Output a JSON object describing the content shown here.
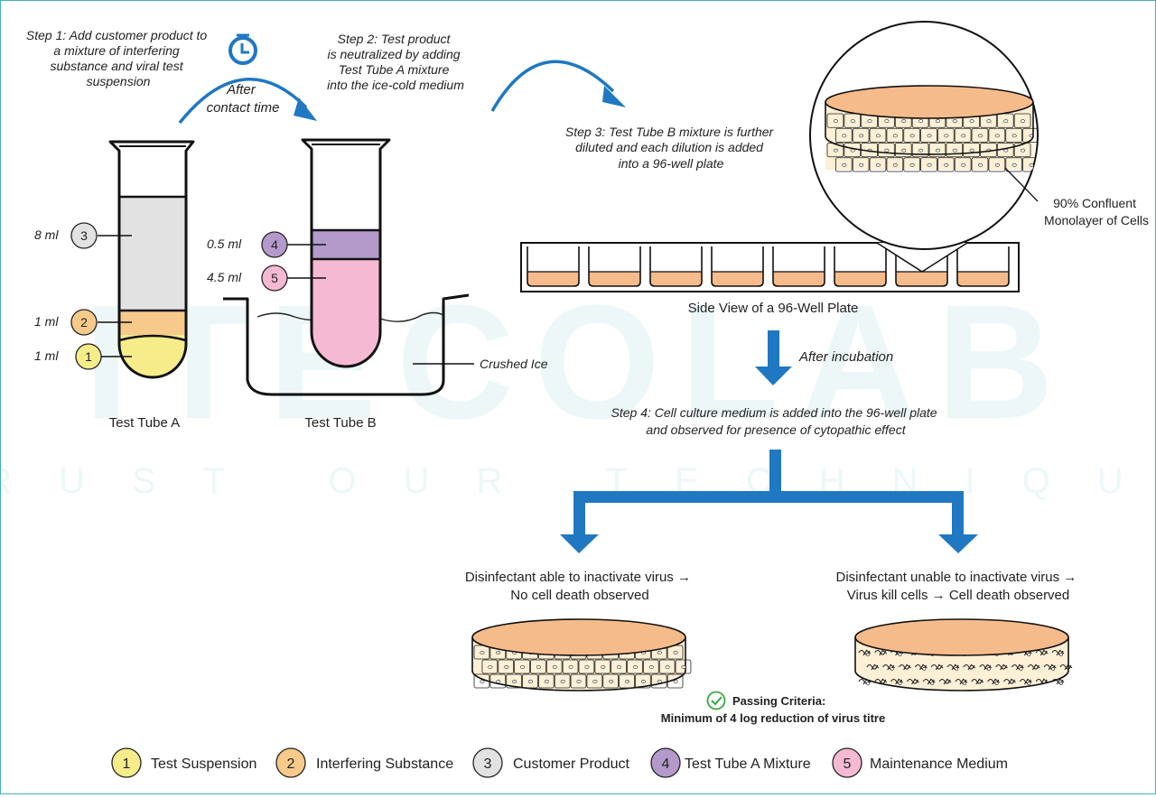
{
  "watermark": {
    "logo_text": "ITECOLAB",
    "tagline": "TRUST OUR TECHNIQUE"
  },
  "steps": {
    "step1": [
      "Step 1: Add customer product to",
      "a mixture of interfering",
      "substance and viral test",
      "suspension"
    ],
    "after_contact": [
      "After",
      "contact time"
    ],
    "step2": [
      "Step 2: Test product",
      "is neutralized by adding",
      "Test Tube A mixture",
      "into the ice-cold medium"
    ],
    "step3": [
      "Step 3: Test Tube B mixture is further",
      "diluted and each dilution is added",
      "into a 96-well plate"
    ],
    "after_incubation": "After incubation",
    "step4": [
      "Step 4: Cell culture medium is added into the 96-well plate",
      "and observed for presence of cytopathic effect"
    ]
  },
  "tube_a": {
    "label": "Test Tube A",
    "volumes": [
      {
        "marker": "3",
        "volume": "8 ml"
      },
      {
        "marker": "2",
        "volume": "1 ml"
      },
      {
        "marker": "1",
        "volume": "1 ml"
      }
    ]
  },
  "tube_b": {
    "label": "Test Tube B",
    "volumes": [
      {
        "marker": "4",
        "volume": "0.5 ml"
      },
      {
        "marker": "5",
        "volume": "4.5 ml"
      }
    ]
  },
  "ice_label": "Crushed Ice",
  "plate_label": "Side View of a 96-Well Plate",
  "monolayer_label": [
    "90% Confluent",
    "Monolayer of Cells"
  ],
  "outcomes": {
    "left": [
      "Disinfectant able to inactivate virus →",
      "No cell death observed"
    ],
    "right": [
      "Disinfectant unable to inactivate virus →",
      "Virus kill cells → Cell death observed"
    ]
  },
  "criteria": {
    "title": "Passing Criteria:",
    "text": "Minimum of 4 log reduction of virus titre"
  },
  "legend": [
    {
      "number": "1",
      "label": "Test Suspension",
      "color": "#f7ec8a"
    },
    {
      "number": "2",
      "label": "Interfering Substance",
      "color": "#f7c98a"
    },
    {
      "number": "3",
      "label": "Customer Product",
      "color": "#e2e2e2"
    },
    {
      "number": "4",
      "label": "Test Tube A Mixture",
      "color": "#b39acb"
    },
    {
      "number": "5",
      "label": "Maintenance Medium",
      "color": "#f5b9d4"
    }
  ],
  "colors": {
    "arrow_blue": "#1f78c1",
    "border_teal": "#3fb3b8",
    "suspension_yellow": "#f7ec8a",
    "interfering_orange": "#f7c98a",
    "product_grey": "#e2e2e2",
    "mixture_purple": "#b39acb",
    "medium_pink": "#f5b9d4",
    "dish_orange": "#f6bb8b",
    "cell_cream": "#fdf0d6",
    "check_green": "#3aa845"
  }
}
